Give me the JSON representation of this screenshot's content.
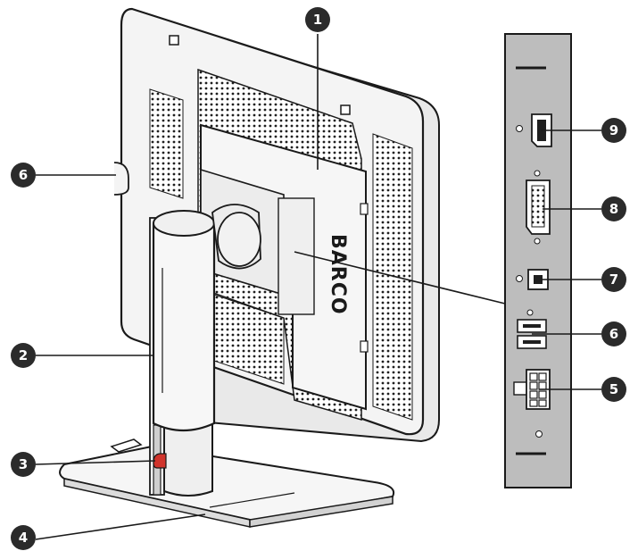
{
  "brand": "BARCO",
  "callouts": [
    {
      "id": "1",
      "label": "1",
      "part": "panel-cover"
    },
    {
      "id": "2",
      "label": "2",
      "part": "stand-column"
    },
    {
      "id": "3",
      "label": "3",
      "part": "height-lock-pin"
    },
    {
      "id": "4",
      "label": "4",
      "part": "stand-base"
    },
    {
      "id": "5",
      "label": "5",
      "part": "power-connector"
    },
    {
      "id": "6",
      "label": "6",
      "part": "usb-downstream-ports"
    },
    {
      "id": "7",
      "label": "7",
      "part": "usb-upstream-port"
    },
    {
      "id": "8",
      "label": "8",
      "part": "dvi-connector"
    },
    {
      "id": "9",
      "label": "9",
      "part": "displayport-connector"
    },
    {
      "id": "6b",
      "label": "6",
      "part": "side-usb-port"
    }
  ],
  "colors": {
    "line": "#1a1a1a",
    "panel": "#f4f4f4",
    "connectorPanel": "#bdbdbd",
    "badge": "#2b2b2b",
    "lockAccent": "#d0342c"
  }
}
